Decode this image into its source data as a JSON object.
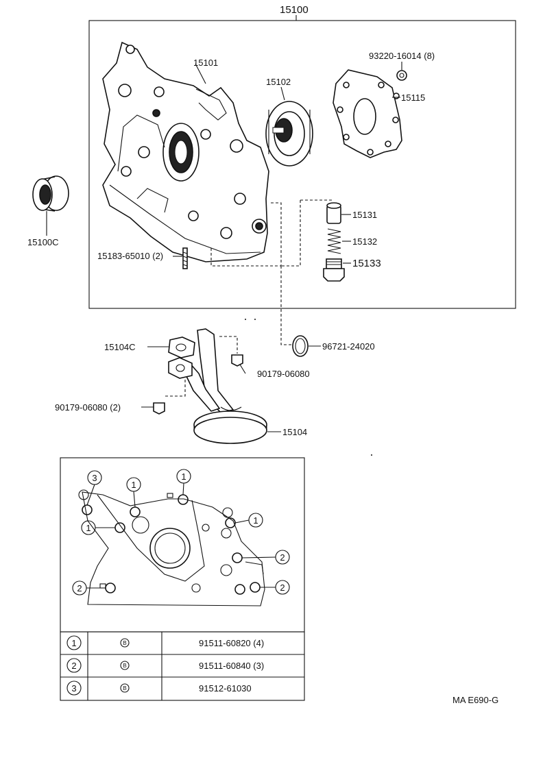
{
  "assembly_label": "15100",
  "parts": {
    "p15101": "15101",
    "p15102": "15102",
    "p93220": "93220-16014 (8)",
    "p15115": "15115",
    "p15100c": "15100C",
    "p15183": "15183-65010 (2)",
    "p15131": "15131",
    "p15132": "15132",
    "p15133": "15133",
    "p96721": "96721-24020",
    "p15104c": "15104C",
    "p90179a": "90179-06080",
    "p90179b": "90179-06080 (2)",
    "p15104": "15104"
  },
  "bolt_markers": {
    "one": "1",
    "two": "2",
    "three": "3",
    "b": "B"
  },
  "bolt_table": [
    {
      "key": "1",
      "mark": "B",
      "part": "91511-60820 (4)"
    },
    {
      "key": "2",
      "mark": "B",
      "part": "91511-60840 (3)"
    },
    {
      "key": "3",
      "mark": "B",
      "part": "91512-61030"
    }
  ],
  "figure_code": "MA E690-G"
}
